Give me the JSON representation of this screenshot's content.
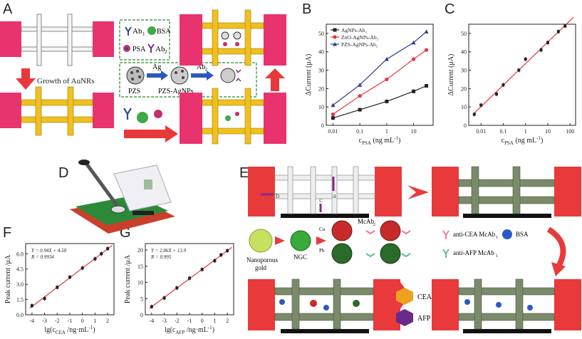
{
  "panels": {
    "A": {
      "letter": "A",
      "growth_label": "Growth of AuNRs",
      "legend": {
        "ab1": "Ab",
        "ab1_sub": "1",
        "bsa": "BSA",
        "psa": "PSA",
        "ab2": "Ab",
        "ab2_sub": "2"
      },
      "synthesis": {
        "pzs": "PZS",
        "ag_plus": "Ag",
        "ab2": "Ab",
        "ab2_sub": "2",
        "product": "PZS-AgNPs"
      }
    },
    "B": {
      "letter": "B"
    },
    "C": {
      "letter": "C"
    },
    "D": {
      "letter": "D"
    },
    "E": {
      "letter": "E",
      "labels": {
        "a": "a",
        "b": "b",
        "c": "c",
        "nanoporous_gold": "Nanoporous\ngold",
        "ngc": "NGC",
        "cu": "Cu",
        "pb": "Pb",
        "mcab2": "McAb",
        "mcab2_sub": "2"
      },
      "legend": {
        "anti_cea": "anti-CEA McAb",
        "anti_cea_sub": "1",
        "bsa": "BSA",
        "anti_afp": "anti-AFP McAb",
        "anti_afp_sub": "1",
        "cea": "CEA",
        "afp": "AFP"
      }
    },
    "F": {
      "letter": "F"
    },
    "G": {
      "letter": "G"
    }
  },
  "chart_data": [
    {
      "id": "B",
      "type": "line",
      "xscale": "log",
      "x": [
        0.01,
        0.1,
        1,
        10,
        30
      ],
      "xticks": [
        "0.01",
        "0.1",
        "1",
        "10"
      ],
      "xlabel": "c",
      "xlabel_sub": "PSA",
      "xlabel_unit": "(ng mL",
      "xlabel_unit_sup": "-1",
      "ylabel": "ΔCurrent (μA)",
      "ylim": [
        0,
        55
      ],
      "yticks": [
        "0",
        "10",
        "20",
        "30",
        "40",
        "50"
      ],
      "series": [
        {
          "name": "AgNPs-Ab₂",
          "color": "#222222",
          "marker": "square",
          "values": [
            4,
            8.5,
            13,
            18.5,
            21.5
          ]
        },
        {
          "name": "ZnO-AgNPs-Ab₂",
          "color": "#e8343c",
          "marker": "circle",
          "values": [
            6,
            16,
            25,
            36,
            41
          ]
        },
        {
          "name": "PZS-AgNPs-Ab₂",
          "color": "#2e3a8c",
          "marker": "triangle",
          "values": [
            11,
            22,
            36,
            45,
            51
          ]
        }
      ]
    },
    {
      "id": "C",
      "type": "scatter",
      "xscale": "log",
      "x": [
        0.005,
        0.01,
        0.05,
        0.1,
        0.5,
        1,
        5,
        10,
        30,
        60
      ],
      "xticks": [
        "0.01",
        "0.1",
        "1",
        "10",
        "100"
      ],
      "xlabel": "c",
      "xlabel_sub": "PSA",
      "xlabel_unit": "(ng mL",
      "xlabel_unit_sup": "-1",
      "ylabel": "ΔCurrent (μA)",
      "ylim": [
        0,
        55
      ],
      "yticks": [
        "0",
        "10",
        "20",
        "30",
        "40",
        "50"
      ],
      "values": [
        6,
        11,
        17,
        22,
        30,
        36,
        41,
        45,
        51,
        54
      ],
      "color": "#222222",
      "fit_color": "#e8343c"
    },
    {
      "id": "F",
      "type": "scatter",
      "x": [
        -4,
        -3,
        -2,
        -1,
        0,
        1,
        1.5,
        2
      ],
      "xticks": [
        "-4",
        "-3",
        "-2",
        "-1",
        "0",
        "1",
        "2"
      ],
      "xlabel": "lg(c",
      "xlabel_sub": "CEA",
      "xlabel_unit": "/ng·mL",
      "xlabel_unit_sup": "-1",
      "xlabel_close": ")",
      "ylabel": "Peak current /μA",
      "ylim": [
        0,
        7
      ],
      "yticks": [
        "0.0",
        "1.5",
        "3.0",
        "4.5",
        "6.0"
      ],
      "values": [
        0.9,
        1.6,
        2.7,
        3.7,
        4.6,
        5.5,
        6.0,
        6.5
      ],
      "annotation": [
        "Y = 0.94X + 4.58",
        "R = 0.9934"
      ],
      "color": "#222222",
      "fit_color": "#e8343c"
    },
    {
      "id": "G",
      "type": "scatter",
      "x": [
        -4,
        -3,
        -2,
        -1,
        0,
        1,
        1.5,
        2
      ],
      "xticks": [
        "-4",
        "-3",
        "-2",
        "-1",
        "0",
        "1",
        "2"
      ],
      "xlabel": "lg(c",
      "xlabel_sub": "AFP",
      "xlabel_unit": "/ng·mL",
      "xlabel_unit_sup": "-1",
      "xlabel_close": ")",
      "ylabel": "Peak current /μA",
      "ylim": [
        0,
        22
      ],
      "yticks": [
        "0",
        "5",
        "10",
        "15",
        "20"
      ],
      "values": [
        2.5,
        5.2,
        8.3,
        11.3,
        14.0,
        16.7,
        18.5,
        19.8
      ],
      "annotation": [
        "Y = 2.86X + 13.9",
        "R = 0.995"
      ],
      "color": "#222222",
      "fit_color": "#e8343c"
    }
  ]
}
